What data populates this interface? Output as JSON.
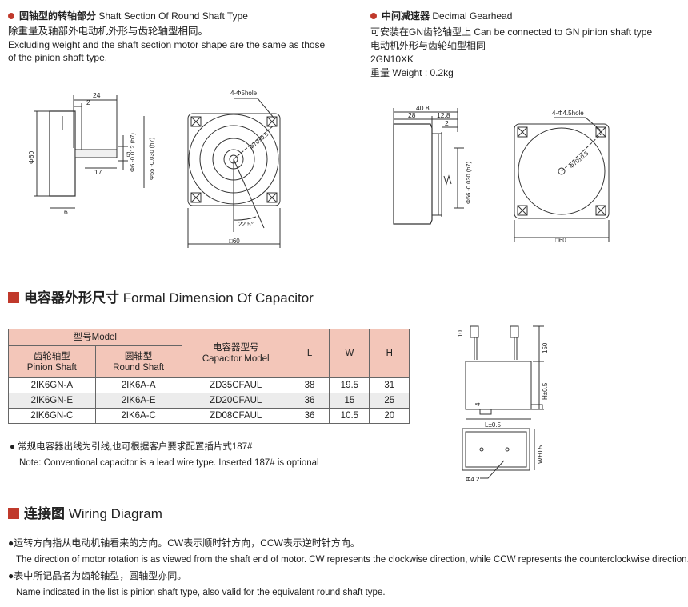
{
  "round_shaft": {
    "title_cn": "圆轴型的转轴部分",
    "title_en": "Shaft Section Of Round Shaft Type",
    "desc_cn": "除重量及轴部外电动机外形与齿轮轴型相同。",
    "desc_en_1": "Excluding weight and the shaft section motor shape are the same as those",
    "desc_en_2": "of the pinion shaft type."
  },
  "gearhead": {
    "title_cn": "中间减速器",
    "title_en": "Decimal Gearhead",
    "line1": "可安装在GN齿轮轴型上 Can be connected to GN pinion shaft type",
    "line2": "电动机外形与齿轮轴型相同",
    "model": "2GN10XK",
    "weight_cn": "重量",
    "weight_en": "Weight : 0.2kg"
  },
  "drawing1": {
    "dim_24": "24",
    "dim_2": "2",
    "dim_17": "17",
    "dim_6": "6",
    "dim_5": "5",
    "dim_d60": "Φ60",
    "dim_shaft": "Φ6 -0.012 (h7)",
    "dim_pilot": "Φ55 -0.030 (h7)",
    "hole": "4-Φ5hole",
    "pcd": "Φ70±0.5",
    "angle": "22.5°",
    "square": "□60"
  },
  "drawing2": {
    "dim_408": "40.8",
    "dim_28": "28",
    "dim_128": "12.8",
    "dim_2": "2",
    "dim_pilot": "Φ56 -0.030 (h7)",
    "hole": "4-Φ4.5hole",
    "pcd": "Φ70±0.5",
    "square": "□60"
  },
  "capacitor": {
    "title_cn": "电容器外形尺寸",
    "title_en": "Formal Dimension Of Capacitor",
    "table": {
      "model_header": "型号Model",
      "pinion_cn": "齿轮轴型",
      "pinion_en": "Pinion Shaft",
      "round_cn": "圆轴型",
      "round_en": "Round Shaft",
      "cap_cn": "电容器型号",
      "cap_en": "Capacitor Model",
      "col_l": "L",
      "col_w": "W",
      "col_h": "H",
      "rows": [
        [
          "2IK6GN-A",
          "2IK6A-A",
          "ZD35CFAUL",
          "38",
          "19.5",
          "31"
        ],
        [
          "2IK6GN-E",
          "2IK6A-E",
          "ZD20CFAUL",
          "36",
          "15",
          "25"
        ],
        [
          "2IK6GN-C",
          "2IK6A-C",
          "ZD08CFAUL",
          "36",
          "10.5",
          "20"
        ]
      ]
    },
    "note_cn": "常规电容器出线为引线,也可根据客户要求配置插片式187#",
    "note_en": "Note: Conventional capacitor is a lead wire type. Inserted 187# is optional",
    "drawing": {
      "d10": "10",
      "d150": "150",
      "d4": "4",
      "h": "H±0.5",
      "l": "L±0.5",
      "w": "W±0.5",
      "hole": "Φ4.2"
    }
  },
  "wiring": {
    "title_cn": "连接图",
    "title_en": "Wiring Diagram",
    "b1_cn": "运转方向指从电动机轴看来的方向。CW表示顺时针方向，CCW表示逆时针方向。",
    "b1_en": "The direction of motor rotation is as viewed from the shaft end of motor. CW represents the clockwise direction, while CCW represents the counterclockwise direction.",
    "b2_cn": "表中所记品名为齿轮轴型，圆轴型亦同。",
    "b2_en": "Name indicated in the list is pinion shaft type, also valid for the equivalent round shaft type."
  }
}
